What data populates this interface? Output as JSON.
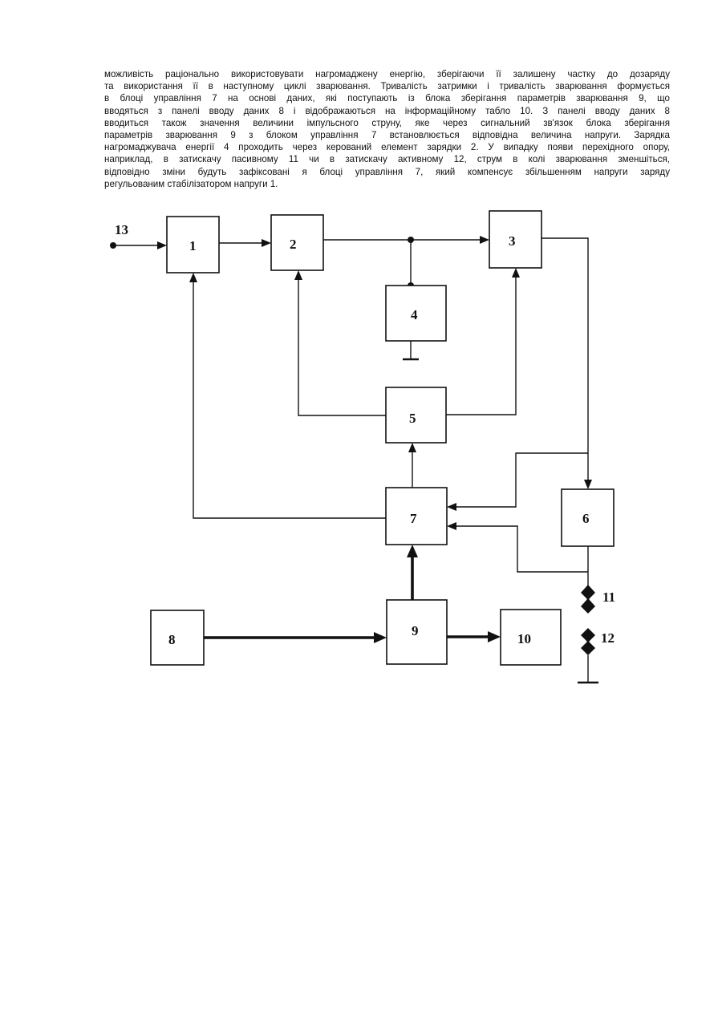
{
  "text": {
    "lines": [
      "можливість раціонально використовувати нагромаджену енергію, зберігаючи її залишену частку до дозаряду",
      "та використання її в наступному циклі зварювання. Тривалість затримки і тривалість зварювання формується",
      "в блоці управління 7 на основі даних, які поступають із блока зберігання параметрів зварювання 9, що",
      "вводяться з панелі вводу даних 8 і відображаються на інформаційному табло 10. З панелі вводу даних 8",
      "вводиться також значення величини імпульсного струну, яке через сигнальний зв'язок блока зберігання",
      "параметрів зварювання 9 з блоком управління 7 встановлюється відповідна величина напруги. Зарядка",
      "нагромаджувача енергії 4 проходить через керований елемент зарядки 2. У випадку появи перехідного опору,",
      "наприклад, в затискачу пасивному 11 чи в затискачу активному 12, струм в колі зварювання зменшіться,",
      "відповідно зміни будуть зафіксовані я блоці управління 7, який компенсує збільшенням напруги заряду",
      "регульованим стабілізатором напруги 1."
    ]
  },
  "diagram": {
    "blocks": {
      "b1": "1",
      "b2": "2",
      "b3": "3",
      "b4": "4",
      "b5": "5",
      "b6": "6",
      "b7": "7",
      "b8": "8",
      "b9": "9",
      "b10": "10"
    },
    "terminals": {
      "t11": "11",
      "t12": "12",
      "t13": "13"
    }
  }
}
